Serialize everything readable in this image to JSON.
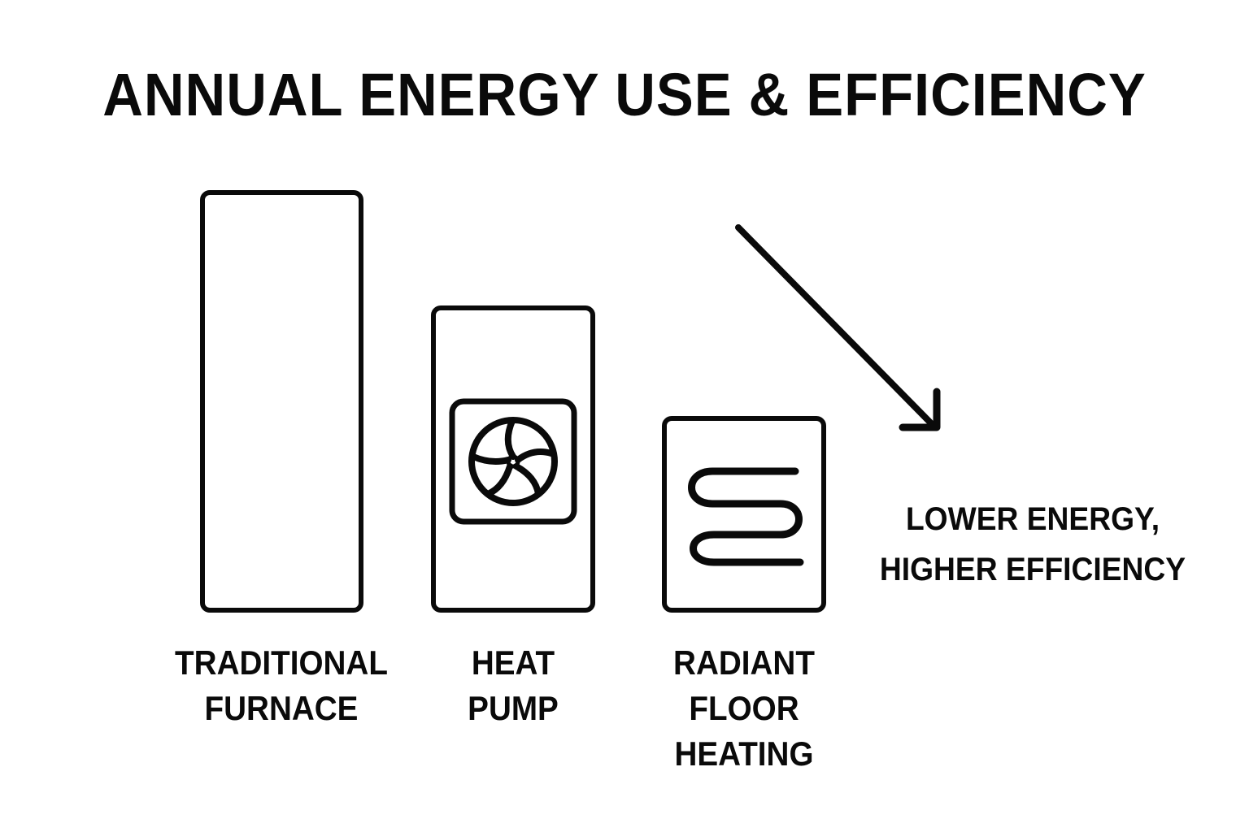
{
  "title": "ANNUAL ENERGY USE & EFFICIENCY",
  "bars": [
    {
      "label_lines": [
        "TRADITIONAL",
        "FURNACE"
      ],
      "icon": "none"
    },
    {
      "label_lines": [
        "HEAT",
        "PUMP"
      ],
      "icon": "fan-icon"
    },
    {
      "label_lines": [
        "RADIANT",
        "FLOOR",
        "HEATING"
      ],
      "icon": "radiant-coil-icon"
    }
  ],
  "annotation": {
    "lines": [
      "LOWER ENERGY,",
      "HIGHER EFFICIENCY"
    ],
    "arrow": "arrow-down-right-icon"
  },
  "colors": {
    "stroke": "#0a0a0a",
    "background": "#ffffff"
  },
  "chart_data": {
    "type": "bar",
    "title": "ANNUAL ENERGY USE & EFFICIENCY",
    "categories": [
      "Traditional Furnace",
      "Heat Pump",
      "Radiant Floor Heating"
    ],
    "values": [
      100,
      72,
      46
    ],
    "value_units": "relative bar height (unlabeled, estimated from pixels; furnace = 100)",
    "xlabel": "",
    "ylabel": "",
    "grid": false,
    "axes_shown": false,
    "legend": null,
    "annotations": [
      "LOWER ENERGY, HIGHER EFFICIENCY",
      "downward-right arrow indicating decreasing energy use"
    ]
  }
}
